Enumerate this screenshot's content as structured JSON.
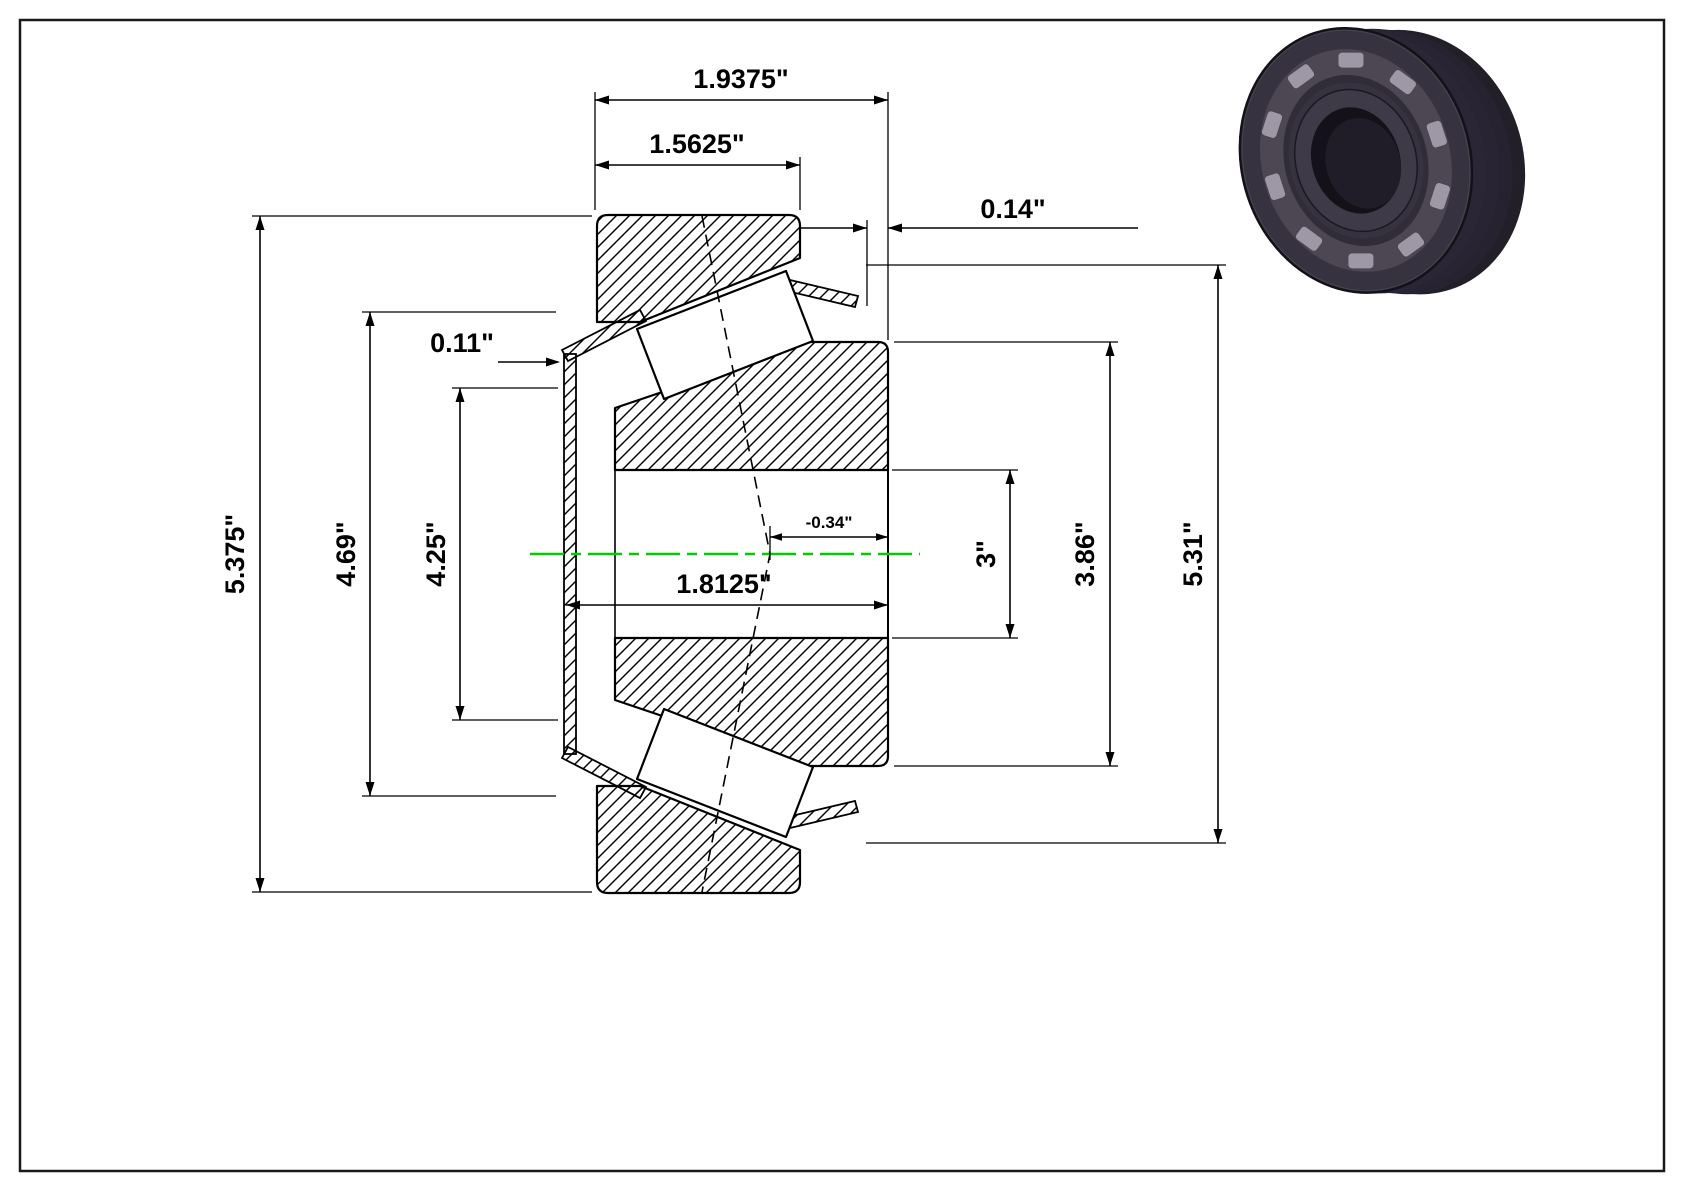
{
  "colors": {
    "centerline": "#00cc00"
  },
  "dimensions": {
    "overall_width": "1.9375\"",
    "cup_width": "1.5625\"",
    "standout": "0.14\"",
    "cage_lip": "0.11\"",
    "outer_diameter": "5.375\"",
    "flange_od": "4.69\"",
    "cone_front_od": "4.25\"",
    "cone_width": "1.8125\"",
    "effective_center": "-0.34\"",
    "bore_diameter": "3\"",
    "cone_back_od": "3.86\"",
    "cup_face_od": "5.31\""
  }
}
